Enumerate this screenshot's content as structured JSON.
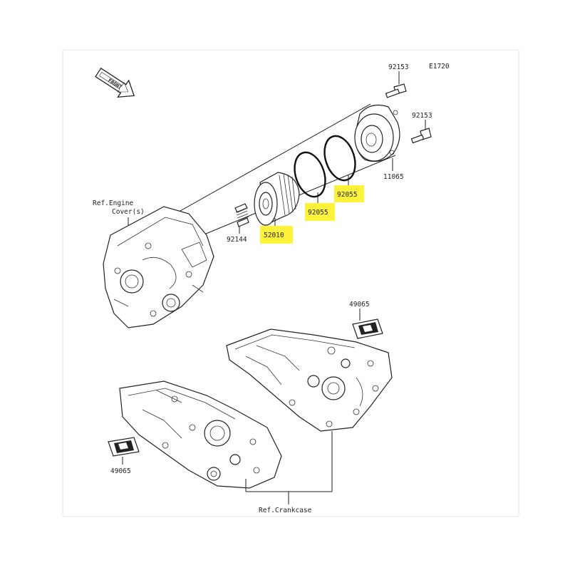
{
  "diagram": {
    "code": "E1720",
    "front_label": "FRONT",
    "labels": {
      "bolt_top": "92153",
      "bolt_right": "92153",
      "cover": "11065",
      "oring_outer": "92055",
      "oring_inner": "92055",
      "filter": "52010",
      "spring": "92144",
      "ref_engine_line1": "Ref.Engine",
      "ref_engine_line2": "Cover(s)",
      "label_right": "49065",
      "label_left": "49065",
      "ref_crankcase": "Ref.Crankcase"
    },
    "highlight_color": "#fff23a",
    "line_color": "#222222"
  }
}
